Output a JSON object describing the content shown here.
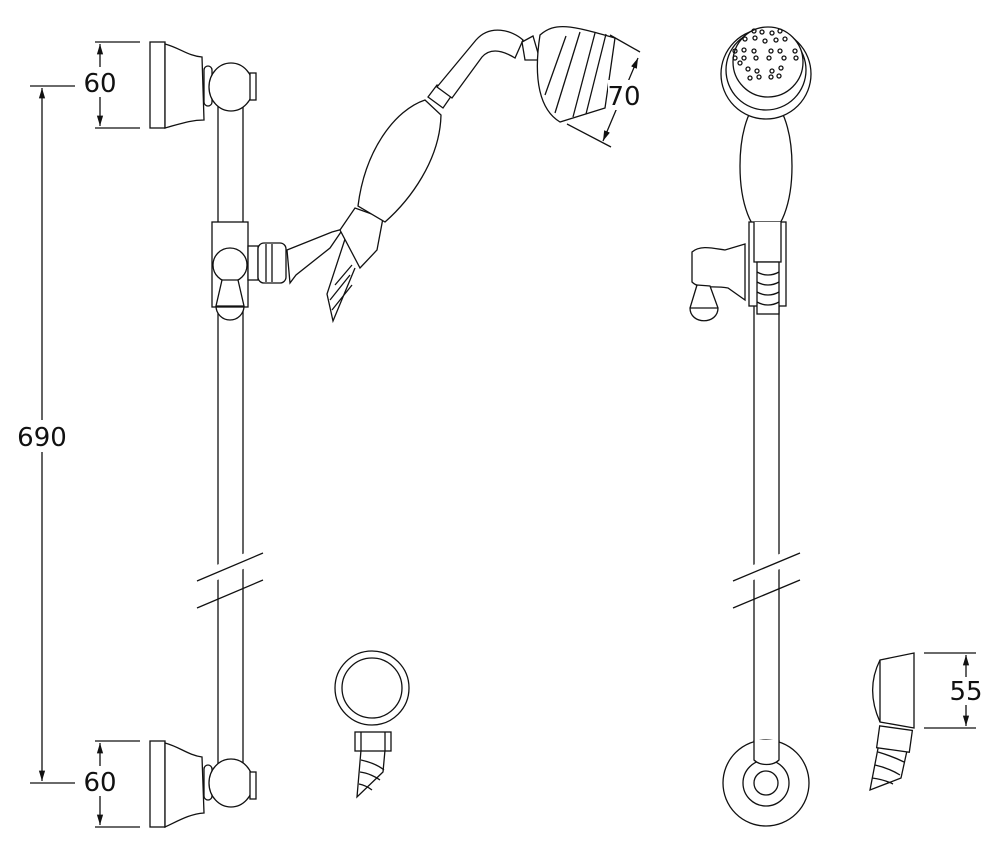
{
  "drawing": {
    "dimensions": {
      "rail_length": "690",
      "top_bracket_height": "60",
      "bottom_bracket_height": "60",
      "head_diameter": "70",
      "holder_height": "55"
    },
    "line_color": "#111111",
    "background": "#ffffff"
  }
}
